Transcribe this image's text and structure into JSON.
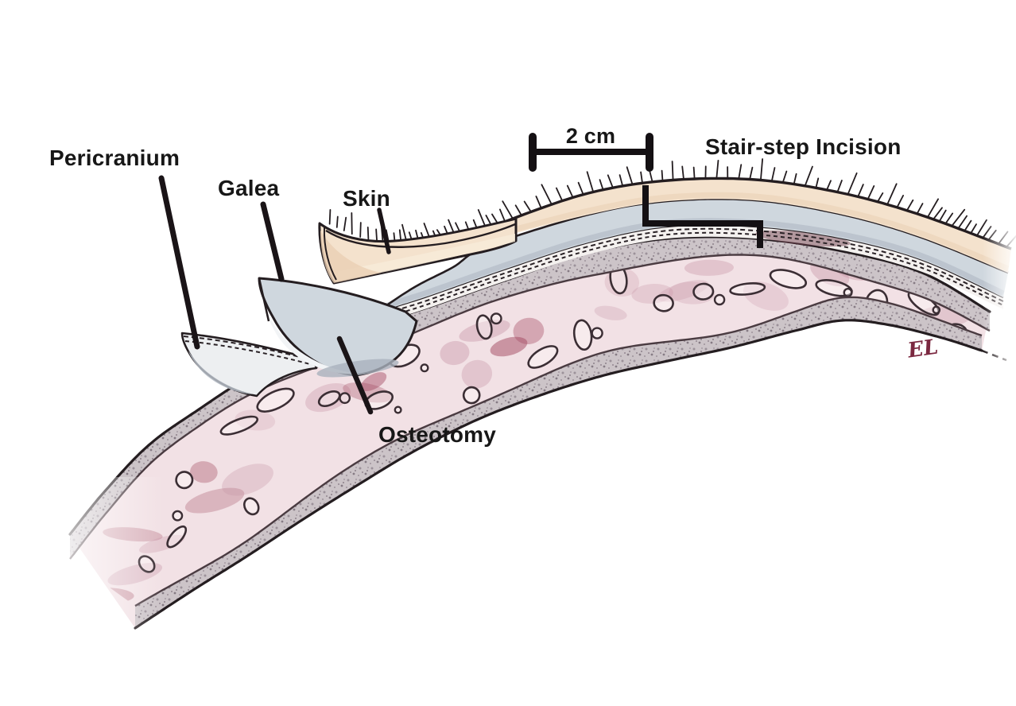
{
  "diagram": {
    "labels": {
      "pericranium": "Pericranium",
      "galea": "Galea",
      "skin": "Skin",
      "osteotomy": "Osteotomy",
      "stair_step_incision": "Stair-step Incision"
    },
    "scale_bar": {
      "label": "2 cm"
    },
    "signature": "EL",
    "colors": {
      "background": "#ffffff",
      "outline": "#241d20",
      "label_text": "#171717",
      "leader_line": "#1a1417",
      "skin_fill": "#f4e2cd",
      "skin_shade": "#ead0b4",
      "skin_highlight": "#f8ecd9",
      "galea_fill": "#cfd7de",
      "galea_underside": "#f2f4f6",
      "galea_shadow": "#a9b2bd",
      "pericranium_fill": "#f4f1ef",
      "pericranium_flap_fill": "#edeff1",
      "pericranium_flap_shadow": "#b7bec8",
      "bone_marrow_fill": "#f2e1e5",
      "cortex_base": "#c9c2c6",
      "cortex_boundary": "#4a3b41",
      "trabecula_stroke": "#3b2e34",
      "blotch_red": "#c795a6",
      "blotch_deep_red": "#a2485f",
      "blood_smudge": "#6f3f4e",
      "hair_stroke": "#231c1f",
      "signature_color": "#7b2840"
    }
  }
}
